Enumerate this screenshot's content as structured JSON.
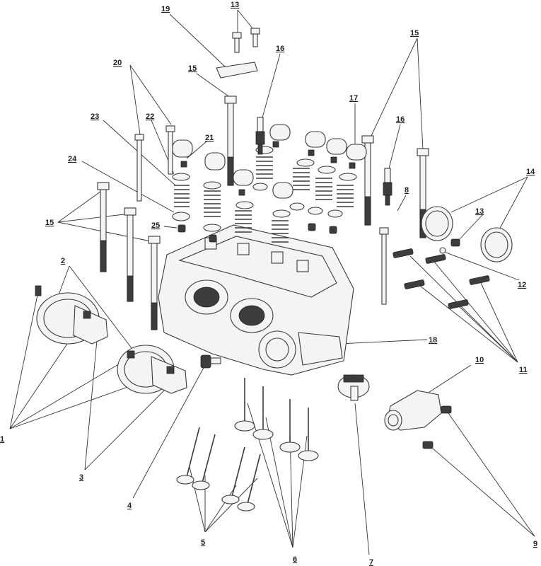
{
  "callouts": [
    {
      "id": "c1",
      "text": "1"
    },
    {
      "id": "c2",
      "text": "2"
    },
    {
      "id": "c3",
      "text": "3"
    },
    {
      "id": "c4",
      "text": "4"
    },
    {
      "id": "c5",
      "text": "5"
    },
    {
      "id": "c6",
      "text": "6"
    },
    {
      "id": "c7",
      "text": "7"
    },
    {
      "id": "c8",
      "text": "8"
    },
    {
      "id": "c9",
      "text": "9"
    },
    {
      "id": "c10",
      "text": "10"
    },
    {
      "id": "c11",
      "text": "11"
    },
    {
      "id": "c12",
      "text": "12"
    },
    {
      "id": "c13a",
      "text": "13"
    },
    {
      "id": "c13b",
      "text": "13"
    },
    {
      "id": "c14",
      "text": "14"
    },
    {
      "id": "c15a",
      "text": "15"
    },
    {
      "id": "c15b",
      "text": "15"
    },
    {
      "id": "c15c",
      "text": "15"
    },
    {
      "id": "c16a",
      "text": "16"
    },
    {
      "id": "c16b",
      "text": "16"
    },
    {
      "id": "c17",
      "text": "17"
    },
    {
      "id": "c18",
      "text": "18"
    },
    {
      "id": "c19",
      "text": "19"
    },
    {
      "id": "c20",
      "text": "20"
    },
    {
      "id": "c21",
      "text": "21"
    },
    {
      "id": "c22",
      "text": "22"
    },
    {
      "id": "c23",
      "text": "23"
    },
    {
      "id": "c24",
      "text": "24"
    },
    {
      "id": "c25",
      "text": "25"
    }
  ]
}
